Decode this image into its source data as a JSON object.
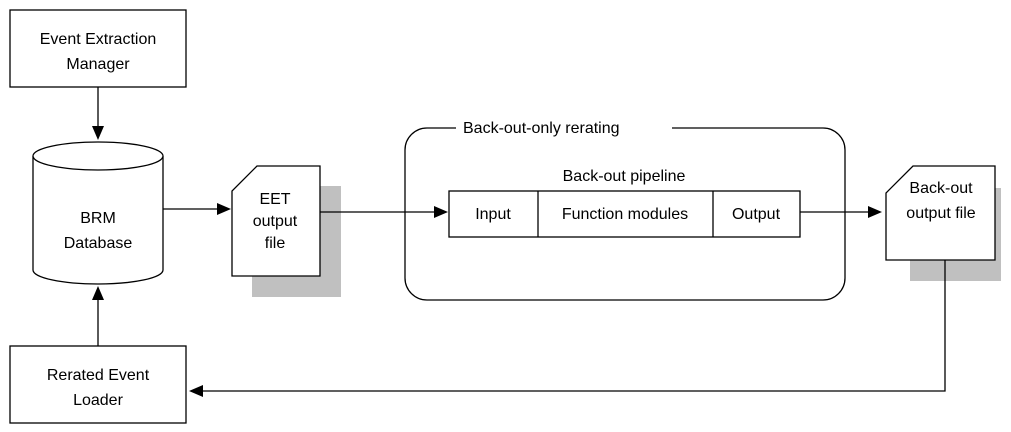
{
  "nodes": {
    "event_extraction_manager": {
      "lines": [
        "Event Extraction",
        "Manager"
      ]
    },
    "brm_database": {
      "lines": [
        "BRM",
        "Database"
      ]
    },
    "eet_output_file": {
      "lines": [
        "EET",
        "output",
        "file"
      ]
    },
    "rerated_event_loader": {
      "lines": [
        "Rerated Event",
        "Loader"
      ]
    },
    "back_out_only_rerating": {
      "label": "Back-out-only rerating"
    },
    "back_out_pipeline": {
      "label": "Back-out pipeline",
      "stages": [
        "Input",
        "Function modules",
        "Output"
      ]
    },
    "back_out_output_file": {
      "lines": [
        "Back-out",
        "output file"
      ]
    }
  },
  "colors": {
    "stroke": "#000000",
    "fill": "#ffffff",
    "shadow": "#c0c0c0"
  }
}
